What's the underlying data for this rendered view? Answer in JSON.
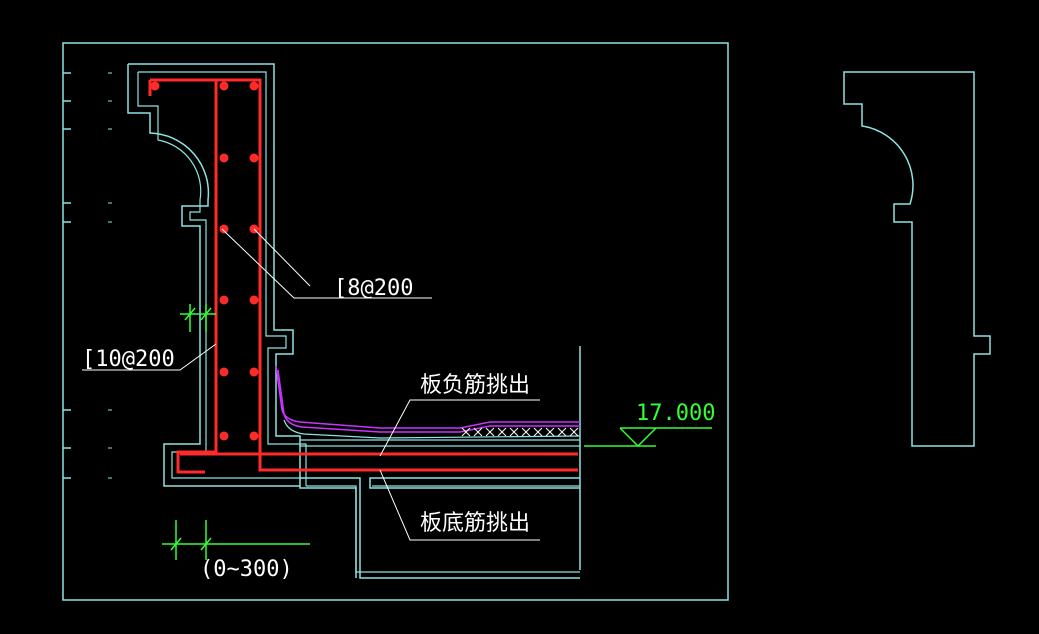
{
  "drawing": {
    "colors": {
      "background": "#000000",
      "outline": "#8fe3e3",
      "rebar": "#ff2a2a",
      "dimension": "#33ff33",
      "leader": "#ffffff",
      "finish": "#cc33ff"
    },
    "labels": {
      "stirrup_callout": "[8@200",
      "side_bar_callout": "[10@200",
      "top_bar_note": "板负筋挑出",
      "bottom_bar_note": "板底筋挑出",
      "elevation": "17.000",
      "projection_range": "(0~300)"
    }
  }
}
